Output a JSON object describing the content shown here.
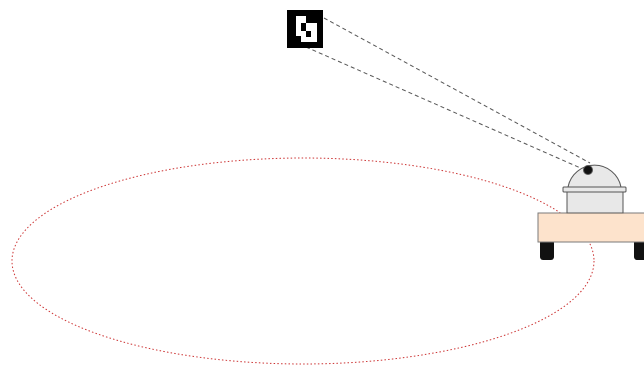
{
  "diagram": {
    "background": "#ffffff",
    "colors": {
      "trajectory": "#cc3333",
      "sight_line": "#555555",
      "marker_bg": "#000000",
      "marker_fg": "#ffffff",
      "robot_body": "#fde3cc",
      "robot_outline": "#7a7a7a",
      "sensor_dome": "#e8e8e8",
      "sensor_outline": "#555555",
      "wheel": "#111111"
    },
    "elements": {
      "marker": {
        "icon": "fiducial-marker-icon",
        "pattern": "square-fiducial"
      },
      "robot": {
        "icon": "robot-vehicle-icon"
      },
      "sensor": {
        "icon": "camera-dome-icon"
      },
      "trajectory": {
        "style": "dotted-ellipse"
      },
      "sight_lines": {
        "style": "dashed",
        "count": 2
      }
    }
  }
}
